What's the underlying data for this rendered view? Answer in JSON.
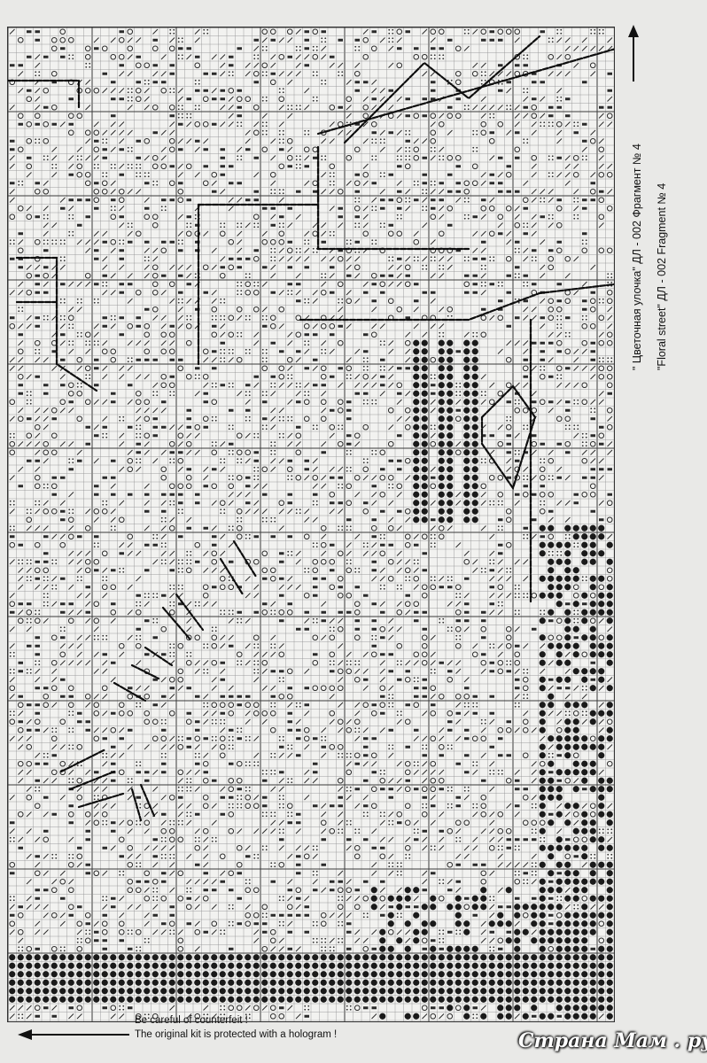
{
  "document": {
    "labels": {
      "russian_line": "\" Цветочная улочка\"   ДЛ - 002  Фрагмент № 4",
      "english_line": "\"Floral street\"    ДЛ - 002     Fragment № 4"
    },
    "warning": {
      "line1": "Be careful of counterfeit !",
      "line2": "The original kit is protected with a hologram !"
    },
    "watermark": "Страна Мам . ру"
  },
  "chart_palette": {
    "grid_line": "#8a8a8a",
    "major_line": "#3a3a3a",
    "symbol": "#2a2a2a",
    "dark_fill": "#1a1a1a",
    "backstitch": "#0d0d0d"
  }
}
